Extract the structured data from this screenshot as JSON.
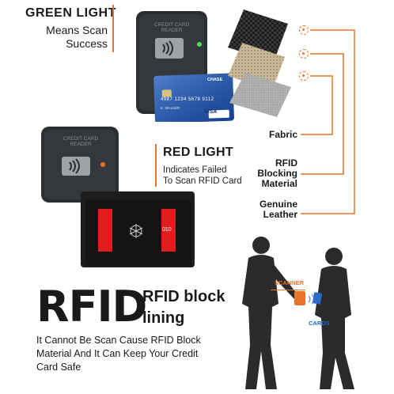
{
  "green_light": {
    "title": "GREEN LIGHT",
    "subtitle_line1": "Means Scan",
    "subtitle_line2": "Success"
  },
  "red_light": {
    "title": "RED LIGHT",
    "subtitle_line1": "Indicates Failed",
    "subtitle_line2": "To Scan RFID Card"
  },
  "reader": {
    "label_line1": "CREDIT CARD",
    "label_line2": "READER"
  },
  "credit_card": {
    "bank": "CHASE",
    "number": "4987 1234 5678 9112",
    "name": "K. WALKER",
    "brand": "VISA"
  },
  "layers": {
    "fabric": "Fabric",
    "rfid_line1": "RFID",
    "rfid_line2": "Blocking",
    "rfid_line3": "Material",
    "leather_line1": "Genuine",
    "leather_line2": "Leather"
  },
  "scene": {
    "scanner_label": "SCANNER",
    "cards_label": "CARDS"
  },
  "wallet": {
    "card_left_text": "",
    "card_right_text": "010"
  },
  "bottom": {
    "rfid_big": "RFID",
    "heading_line1": "RFID block",
    "heading_line2": "lining",
    "body_line1": "It Cannot Be Scan Cause RFID Block",
    "body_line2": "Material And It Can Keep Your Credit",
    "body_line3": "Card Safe"
  },
  "colors": {
    "accent": "#e8742c",
    "green_led": "#5fd35f",
    "red_led": "#e8742c",
    "wallet_red": "#e01e1e",
    "card_blue": "#1f4fa8"
  }
}
